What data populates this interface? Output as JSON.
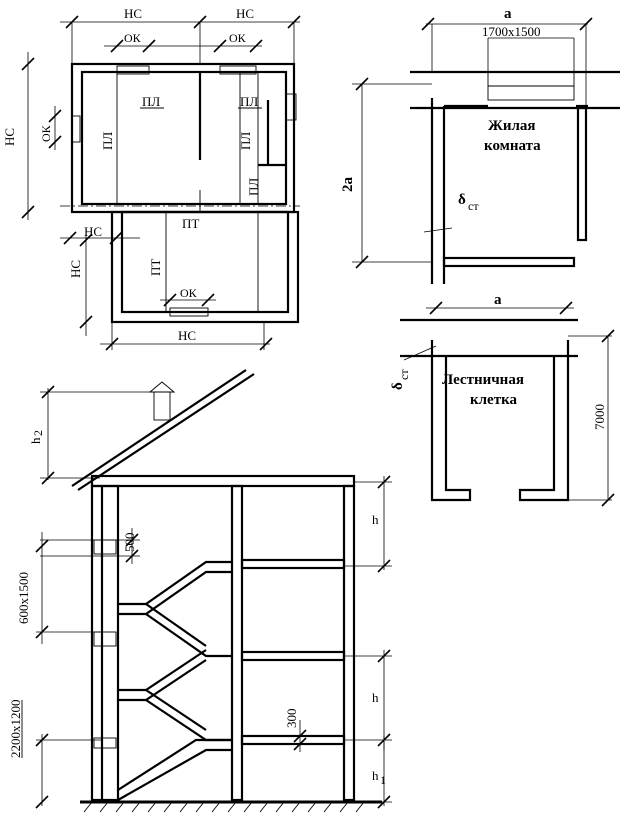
{
  "plan": {
    "nc_top_left": "НС",
    "nc_top_right": "НС",
    "ok_top_left": "ОК",
    "ok_top_right": "ОК",
    "nc_left_vertical": "НС",
    "ok_left_vertical": "ОК",
    "pl_top_left": "ПЛ",
    "pl_top_right": "ПЛ",
    "pl_left": "ПЛ",
    "pl_right": "ПЛ",
    "pl_right_lower": "ПЛ",
    "pt_middle": "ПТ",
    "nc_mid_left": "НС",
    "nc_left_lower": "НС",
    "pt_lower": "ПТ",
    "ok_bottom": "ОК",
    "nc_bottom": "НС"
  },
  "living_room": {
    "dim_a": "а",
    "window_size": "1700x1500",
    "dim_2a": "2а",
    "delta": "δ",
    "delta_sub": "ст",
    "name_line1": "Жилая",
    "name_line2": "комната"
  },
  "stairwell": {
    "dim_a": "а",
    "delta": "δ",
    "delta_sub": "ст",
    "name_line1": "Лестничная",
    "name_line2": "клетка",
    "height": "7000"
  },
  "section": {
    "h2": "h",
    "h2_sub": "2",
    "dim_500": "500",
    "window_600": "600x1500",
    "h_top": "h",
    "h_mid": "h",
    "dim_300": "300",
    "door_2200": "2200x1200",
    "h1": "h",
    "h1_sub": "1"
  }
}
